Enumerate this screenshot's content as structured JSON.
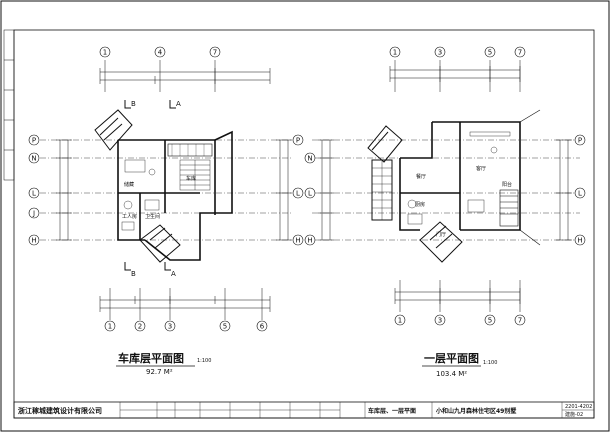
{
  "plans": {
    "left": {
      "title": "车库层平面图",
      "scale": "1:100",
      "area": "92.7 M²"
    },
    "right": {
      "title": "一层平面图",
      "scale": "1:100",
      "area": "103.4 M²"
    }
  },
  "title_block": {
    "company": "浙江稼城建筑设计有限公司",
    "drawing_name": "车库层、一层平面",
    "project": "小和山九月森林住宅区49别墅",
    "number": "2201-4202",
    "sheet_no": "建施-02"
  },
  "grid_labels": {
    "top_left": [
      "1",
      "4",
      "7"
    ],
    "top_right": [
      "1",
      "3",
      "5",
      "7"
    ],
    "rows": [
      "P",
      "N",
      "L",
      "J",
      "H"
    ],
    "bottom_left": [
      "1",
      "2",
      "3",
      "5",
      "6"
    ],
    "bottom_right": [
      "1",
      "3",
      "5",
      "7"
    ]
  },
  "section_marks": [
    "B",
    "A",
    "B",
    "A"
  ],
  "rooms_left": [
    "车库",
    "储藏",
    "工人房",
    "卫生间",
    "楼梯"
  ],
  "rooms_right": [
    "客厅",
    "餐厅",
    "厨房",
    "门厅",
    "阳台"
  ]
}
